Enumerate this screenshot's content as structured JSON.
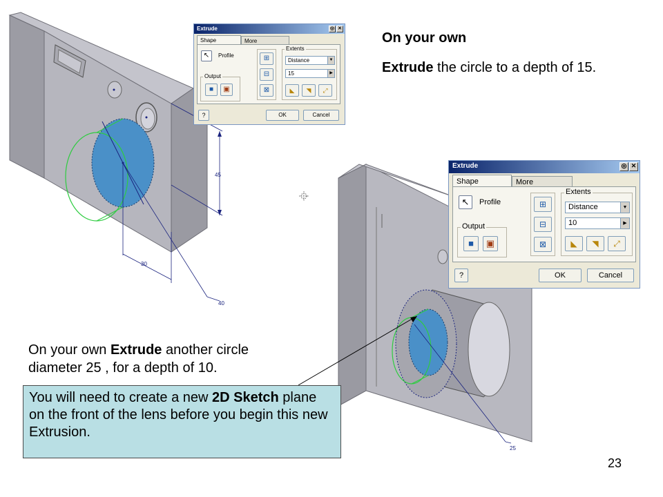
{
  "slide": {
    "page_number": "23"
  },
  "instruction_top": {
    "heading": "On your own",
    "line_bold": "Extrude",
    "line_rest": " the circle to a depth of 15."
  },
  "instruction_mid": {
    "prefix": "On your own ",
    "bold": "Extrude",
    "rest": " another circle diameter 25 , for  a depth of 10."
  },
  "note": {
    "part1": "You will need to create a new ",
    "bold": "2D Sketch",
    "part2": " plane on the front of the lens before you begin this new Extrusion."
  },
  "dimensions": {
    "d45": "45",
    "d30": "30",
    "d40": "40",
    "d25": "25"
  },
  "dialog_small": {
    "title": "Extrude",
    "tab_shape": "Shape",
    "tab_more": "More",
    "profile_label": "Profile",
    "output_label": "Output",
    "extents_label": "Extents",
    "extent_type": "Distance",
    "extent_value": "15",
    "ok_label": "OK",
    "cancel_label": "Cancel",
    "help_label": "?"
  },
  "dialog_large": {
    "title": "Extrude",
    "tab_shape": "Shape",
    "tab_more": "More",
    "profile_label": "Profile",
    "output_label": "Output",
    "extents_label": "Extents",
    "extent_type": "Distance",
    "extent_value": "10",
    "ok_label": "OK",
    "cancel_label": "Cancel",
    "help_label": "?"
  },
  "colors": {
    "body_gray": "#b4b4bc",
    "lens_blue": "#4a90c8",
    "sketch_green": "#2ecc40",
    "dim_blue": "#1a237e",
    "note_bg": "#b9dfe4"
  }
}
